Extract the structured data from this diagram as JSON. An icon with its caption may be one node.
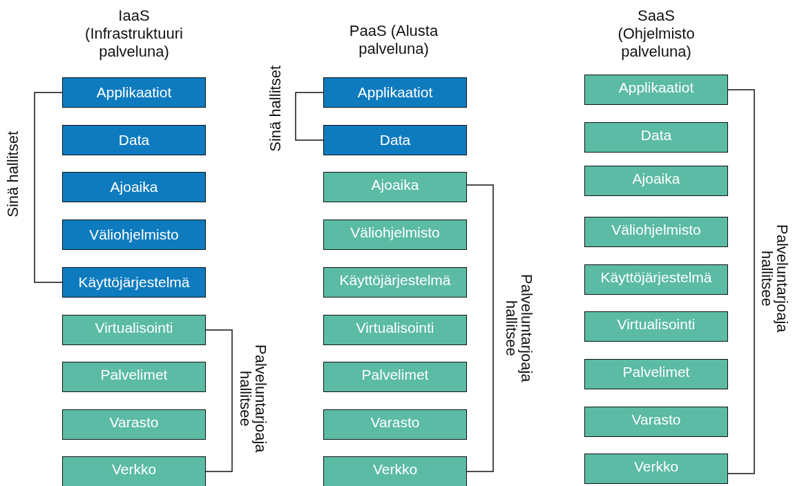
{
  "diagram": {
    "nodes": [
      {
        "text": [
          "Applikaatiot"
        ]
      },
      {
        "text": [
          "Data"
        ]
      },
      {
        "text": [
          "Ajoaika"
        ]
      },
      {
        "text": [
          "Väliohjelmisto"
        ]
      },
      {
        "text": [
          "Käyttöjärjestelmä"
        ]
      },
      {
        "text": [
          "Virtualisointi"
        ]
      },
      {
        "text": [
          "Palvelimet"
        ]
      },
      {
        "text": [
          "Varasto"
        ]
      },
      {
        "text": [
          "Verkko"
        ]
      },
      {
        "text": [
          "Applikaatiot"
        ]
      },
      {
        "text": [
          "Data"
        ]
      },
      {
        "text": [
          "Ajoaika"
        ]
      },
      {
        "text": [
          "Väliohjelmisto"
        ]
      },
      {
        "text": [
          "Käyttöjärjestelmä"
        ]
      },
      {
        "text": [
          "Virtualisointi"
        ]
      },
      {
        "text": [
          "Palvelimet"
        ]
      },
      {
        "text": [
          "Varasto"
        ]
      },
      {
        "text": [
          "Verkko"
        ]
      },
      {
        "text": [
          "Applikaatiot"
        ]
      },
      {
        "text": [
          "Data"
        ]
      },
      {
        "text": [
          "Ajoaika"
        ]
      },
      {
        "text": [
          "Väliohjelmisto"
        ]
      },
      {
        "text": [
          "Käyttöjärjestelmä"
        ]
      },
      {
        "text": [
          "Virtualisointi"
        ]
      },
      {
        "text": [
          "Palvelimet"
        ]
      },
      {
        "text": [
          "Varasto"
        ]
      },
      {
        "text": [
          "Verkko"
        ]
      }
    ],
    "labels": [
      "IaaS (Infrastruktuuri palveluna)",
      "PaaS (Alusta palveluna)",
      "SaaS (Ohjelmisto palveluna)",
      "Sinä hallitset",
      "Sinä hallitset",
      "Palveluntarjoaja hallitsee",
      "Palveluntarjoaja hallitsee",
      "Palveluntarjoaja hallitsee"
    ]
  }
}
